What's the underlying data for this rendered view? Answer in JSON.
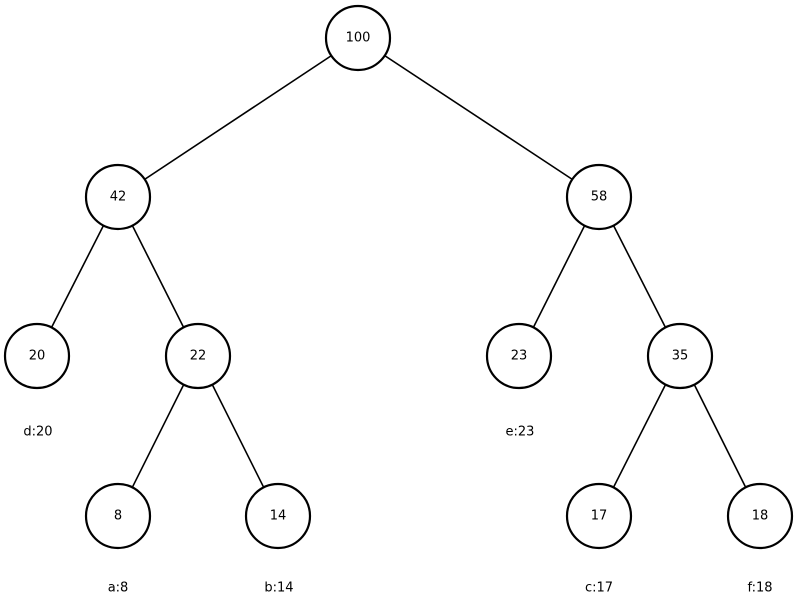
{
  "tree": {
    "nodes": [
      {
        "id": "n100",
        "value": "100",
        "label": ""
      },
      {
        "id": "n42",
        "value": "42",
        "label": ""
      },
      {
        "id": "n58",
        "value": "58",
        "label": ""
      },
      {
        "id": "n20",
        "value": "20",
        "label": "d:20"
      },
      {
        "id": "n22",
        "value": "22",
        "label": ""
      },
      {
        "id": "n23",
        "value": "23",
        "label": "e:23"
      },
      {
        "id": "n35",
        "value": "35",
        "label": ""
      },
      {
        "id": "n8",
        "value": "8",
        "label": "a:8"
      },
      {
        "id": "n14",
        "value": "14",
        "label": "b:14"
      },
      {
        "id": "n17",
        "value": "17",
        "label": "c:17"
      },
      {
        "id": "n18",
        "value": "18",
        "label": "f:18"
      }
    ],
    "edges": [
      {
        "from": "n100",
        "to": "n42"
      },
      {
        "from": "n100",
        "to": "n58"
      },
      {
        "from": "n42",
        "to": "n20"
      },
      {
        "from": "n42",
        "to": "n22"
      },
      {
        "from": "n58",
        "to": "n23"
      },
      {
        "from": "n58",
        "to": "n35"
      },
      {
        "from": "n22",
        "to": "n8"
      },
      {
        "from": "n22",
        "to": "n14"
      },
      {
        "from": "n35",
        "to": "n17"
      },
      {
        "from": "n35",
        "to": "n18"
      }
    ]
  }
}
